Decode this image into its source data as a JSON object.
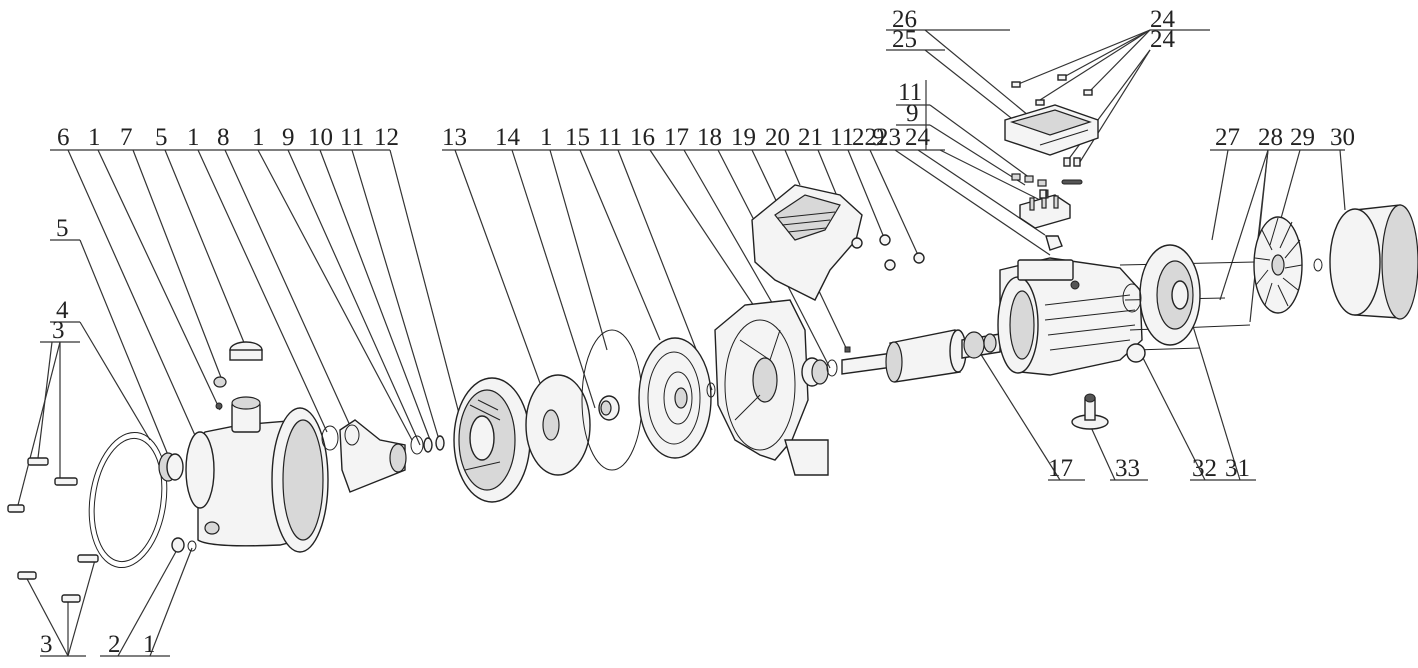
{
  "callouts": {
    "c1": "6",
    "c2": "1",
    "c3": "7",
    "c4": "5",
    "c5": "1",
    "c6": "8",
    "c7": "1",
    "c8": "9",
    "c9": "10",
    "c10": "11",
    "c11": "12",
    "c12": "13",
    "c13": "14",
    "c14": "1",
    "c15": "15",
    "c16": "11",
    "c17": "16",
    "c18": "17",
    "c19": "18",
    "c20": "19",
    "c21": "20",
    "c22": "21",
    "c23": "11",
    "c24": "9",
    "c25": "22",
    "c26": "23",
    "c27": "24",
    "c28": "26",
    "c29": "25",
    "c30": "24",
    "c31": "24",
    "c32": "11",
    "c33": "9",
    "c34": "27",
    "c35": "28",
    "c36": "29",
    "c37": "30",
    "c38": "5",
    "c39": "4",
    "c40": "3",
    "c41": "3",
    "c42": "2",
    "c43": "1",
    "c44": "17",
    "c45": "33",
    "c46": "32",
    "c47": "31"
  }
}
